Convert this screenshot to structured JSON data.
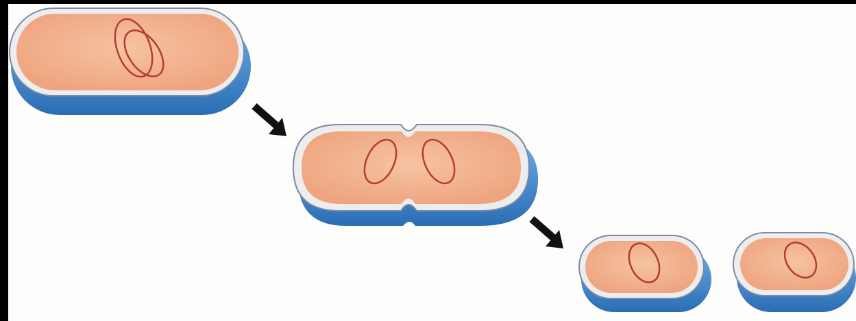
{
  "diagram": {
    "description_visible_text": "",
    "colors": {
      "frame": "#000000",
      "background": "#fdfdfb",
      "cytoplasm": "#f2b08c",
      "cytoplasm_light": "#f7c8a8",
      "cell_wall_inner": "#ececec",
      "cell_wall_rim": "#7a8aa8",
      "capsule": "#3f8fd6",
      "capsule_dark": "#2a6db3",
      "dna": "#b43c34",
      "arrow": "#111111"
    },
    "icons": {
      "stage_1": "parent-cell-with-replicating-chromosome",
      "stage_2": "dividing-cell-with-septum",
      "stage_3": "two-daughter-cells",
      "arrows": "process-arrow-icon"
    }
  }
}
